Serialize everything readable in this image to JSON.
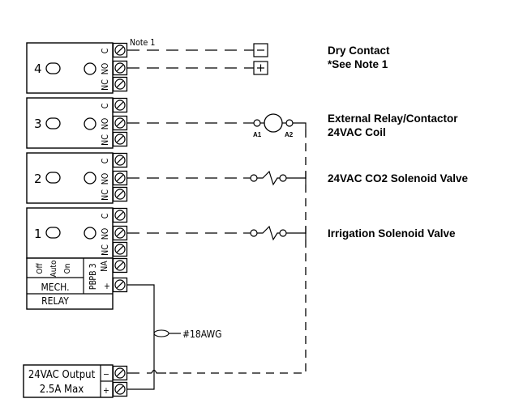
{
  "relays": [
    {
      "number": "4",
      "terminals": [
        "C",
        "NO",
        "NC"
      ]
    },
    {
      "number": "3",
      "terminals": [
        "C",
        "NO",
        "NC"
      ]
    },
    {
      "number": "2",
      "terminals": [
        "C",
        "NO",
        "NC"
      ]
    },
    {
      "number": "1",
      "terminals": [
        "C",
        "NO",
        "NC"
      ]
    }
  ],
  "note_marker": "Note 1",
  "manual_switch": {
    "off": "Off",
    "auto": "Auto",
    "on": "On"
  },
  "pb_block": {
    "pb3": "PB 3",
    "na": "NA",
    "pb": "PB",
    "plus": "+"
  },
  "mech_relay": {
    "line1": "MECH.",
    "line2": "RELAY"
  },
  "wire_gauge": "#18AWG",
  "power_supply": {
    "line1": "24VAC Output",
    "line2": "2.5A Max",
    "minus": "−",
    "plus": "+"
  },
  "dry_contact": {
    "minus": "−",
    "plus": "+",
    "title": "Dry Contact",
    "note": "*See Note 1"
  },
  "coil_terminals": {
    "a1": "A1",
    "a2": "A2"
  },
  "labels": {
    "external_relay_line1": "External Relay/Contactor",
    "external_relay_line2": "24VAC Coil",
    "co2_valve": "24VAC CO2 Solenoid Valve",
    "irrigation_valve": "Irrigation Solenoid Valve"
  }
}
